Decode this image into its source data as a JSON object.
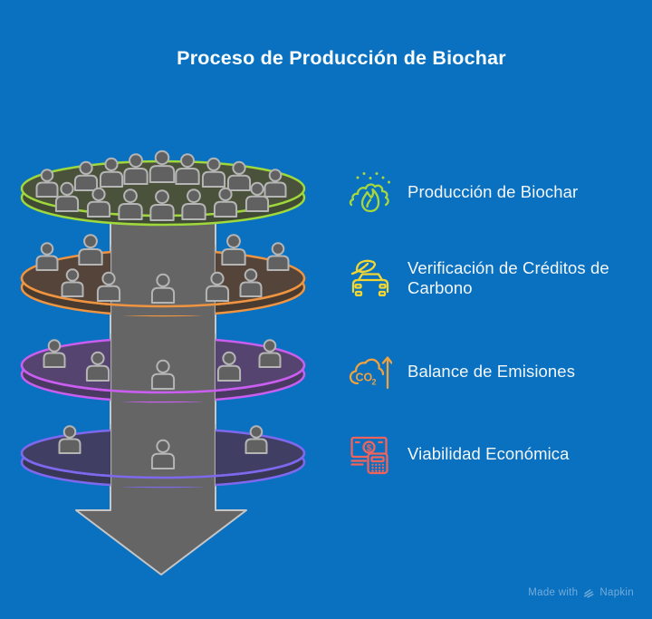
{
  "page": {
    "background": "#0a70c0"
  },
  "title": "Proceso de Producción de Biochar",
  "steps": [
    {
      "label": "Producción de Biochar",
      "icon": "biochar-fire-icon",
      "color": "#a6d83b"
    },
    {
      "label": "Verificación de Créditos de Carbono",
      "icon": "eco-car-icon",
      "color": "#f2d732"
    },
    {
      "label": "Balance de Emisiones",
      "icon": "co2-cloud-arrow-icon",
      "color": "#f1a13e",
      "icon_text": "CO",
      "icon_sub": "2"
    },
    {
      "label": "Viabilidad Económica",
      "icon": "cash-calculator-icon",
      "color": "#f2635c",
      "icon_currency": "$"
    }
  ],
  "funnel": {
    "layers": [
      {
        "name": "layer-1",
        "accent": "#9fd83c",
        "top_fill": "#4a523c",
        "side_fill": "#414a35",
        "people_count": 16
      },
      {
        "name": "layer-2",
        "accent": "#ef9440",
        "top_fill": "#544439",
        "side_fill": "#4a3b31",
        "people_count": 9
      },
      {
        "name": "layer-3",
        "accent": "#c95ef0",
        "top_fill": "#564470",
        "side_fill": "#4a3a62",
        "people_count": 5
      },
      {
        "name": "layer-4",
        "accent": "#7e68ee",
        "top_fill": "#403f63",
        "side_fill": "#383756",
        "people_count": 3
      }
    ],
    "column_color": "#666565",
    "column_stroke": "#c6c6c6",
    "person_fill": "#616161",
    "person_stroke": "#b5b5b5"
  },
  "footer": {
    "text": "Made with",
    "brand": "Napkin"
  }
}
